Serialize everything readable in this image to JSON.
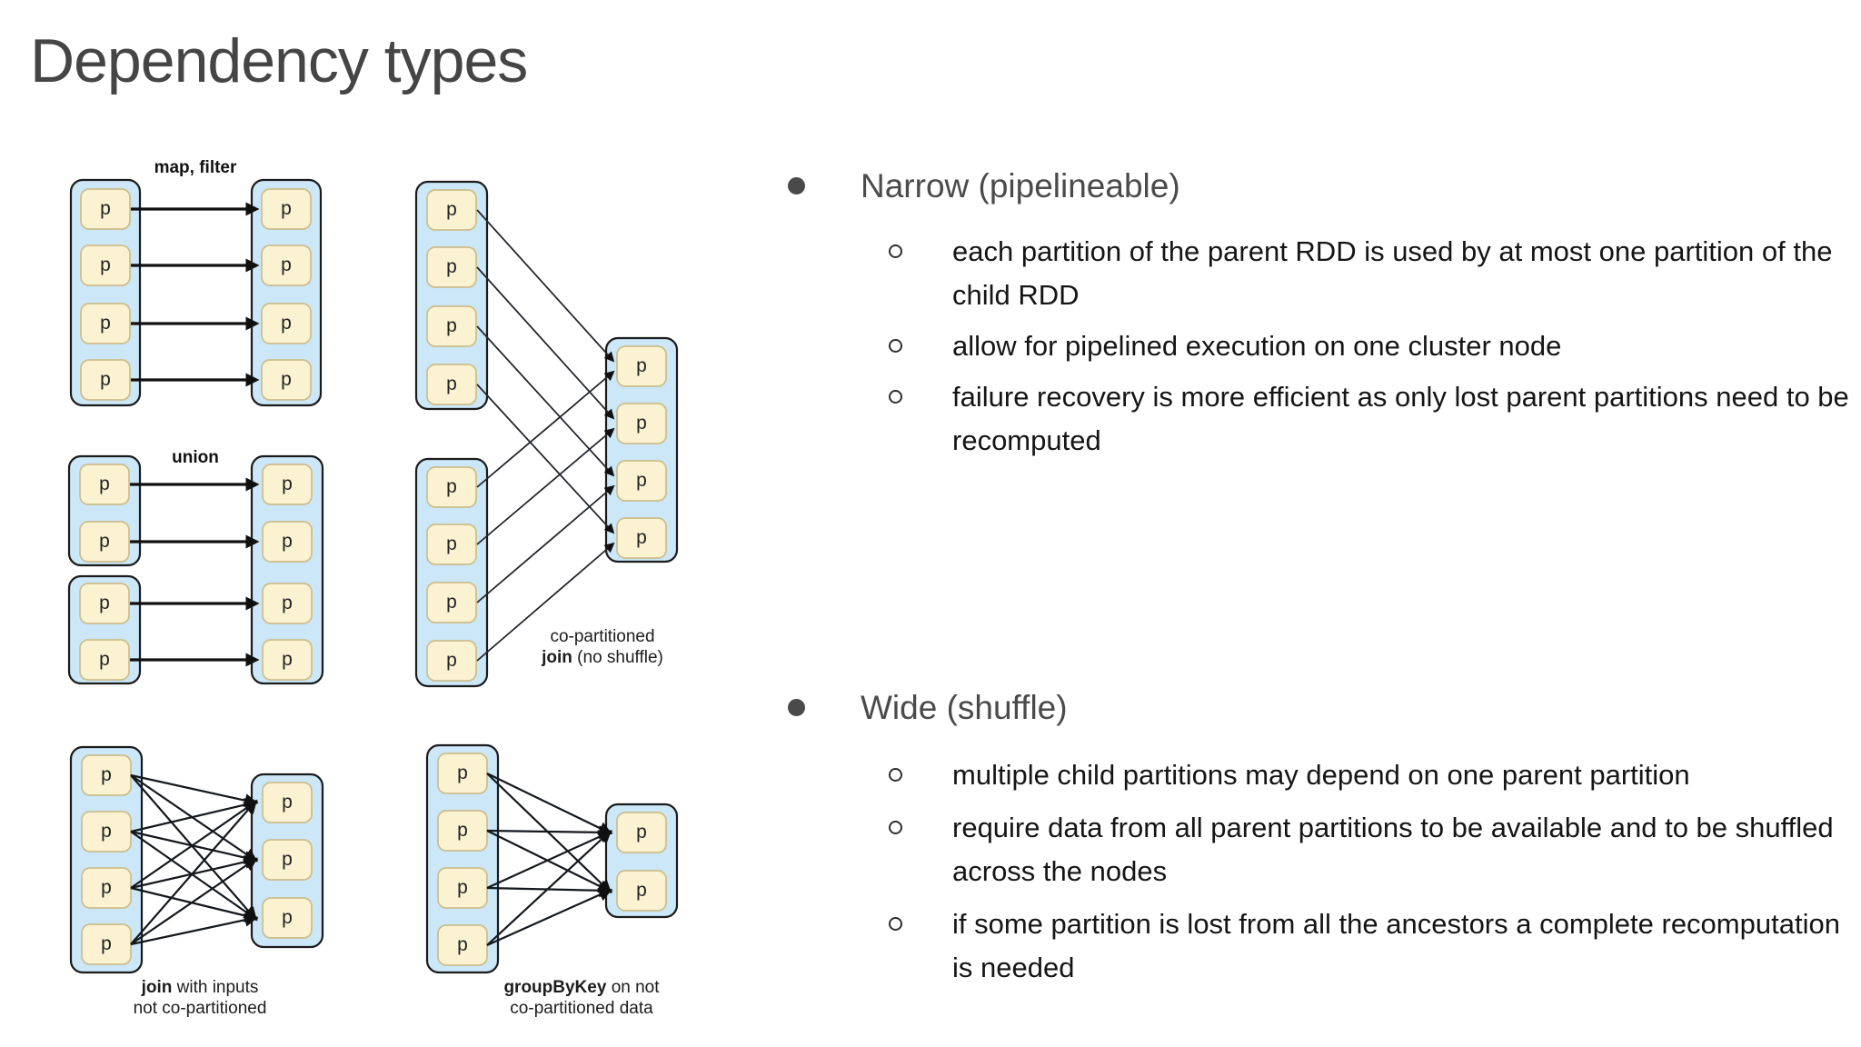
{
  "slide": {
    "title": "Dependency types"
  },
  "diagrams": {
    "partition_label": "p",
    "map_filter": {
      "label": "map, filter"
    },
    "union": {
      "label": "union"
    },
    "copartitioned_join": {
      "caption_line1": "co-partitioned",
      "caption_bold": "join",
      "caption_rest": " (no shuffle)"
    },
    "join_not_copartitioned": {
      "caption_bold": "join",
      "caption_rest": " with inputs",
      "caption_line2": "not co-partitioned"
    },
    "groupbykey": {
      "caption_bold": "groupByKey",
      "caption_rest": " on not",
      "caption_line2": "co-partitioned data"
    }
  },
  "narrow": {
    "heading": "Narrow (pipelineable)",
    "bullets": [
      "each partition of the parent RDD is used by at most one partition of the child RDD",
      "allow for pipelined execution on one cluster node",
      "failure recovery is more efficient as only lost parent partitions need to be recomputed"
    ]
  },
  "wide": {
    "heading": "Wide (shuffle)",
    "bullets": [
      "multiple child partitions may depend on one parent partition",
      "require data from all parent partitions to be available and to be shuffled across the nodes",
      "if some partition is lost from all the ancestors a complete recomputation is needed"
    ]
  },
  "colors": {
    "rdd_container_fill": "#cbe7f8",
    "rdd_container_stroke": "#1b1b1b",
    "partition_fill": "#fbf2d1",
    "partition_stroke": "#cdbd8c",
    "arrow": "#101010",
    "heading_text": "#4a4a4a",
    "body_text": "#151515",
    "title_text": "#454545",
    "background": "#ffffff"
  }
}
